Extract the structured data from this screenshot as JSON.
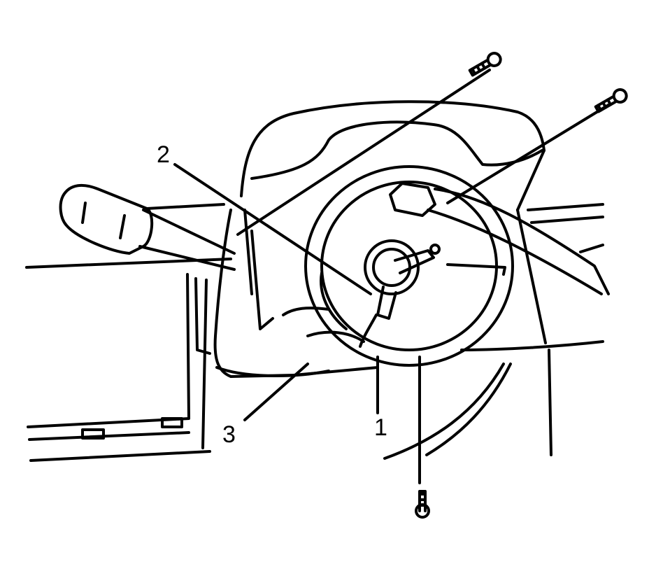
{
  "diagram": {
    "callouts": [
      {
        "id": "1",
        "text": "1"
      },
      {
        "id": "2",
        "text": "2"
      },
      {
        "id": "3",
        "text": "3"
      }
    ],
    "parts": {
      "screw_top": "screw-icon",
      "screw_right": "screw-icon",
      "screw_bottom": "screw-icon"
    },
    "colors": {
      "ink": "#000000",
      "paper": "#ffffff"
    }
  }
}
